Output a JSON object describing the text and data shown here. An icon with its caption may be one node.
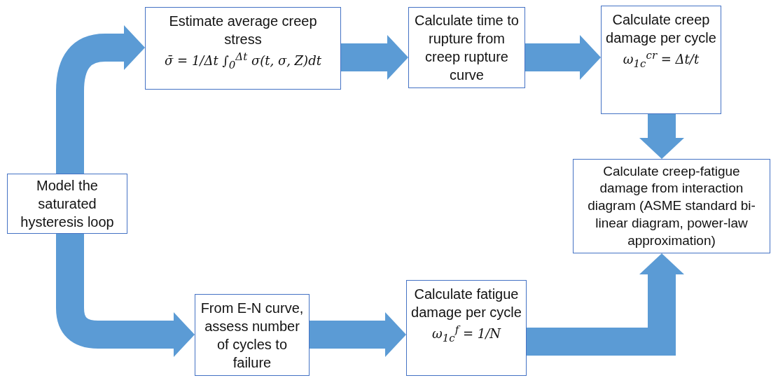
{
  "diagram": {
    "nodes": [
      {
        "text": [
          "Model the saturated hysteresis loop"
        ]
      },
      {
        "text": [
          "Estimate average creep stress",
          "σ̄ = 1/Δt ∫$_{0}$$^{Δt}$ σ(t, σ, Z)dt"
        ]
      },
      {
        "text": [
          "Calculate time to rupture from creep rupture curve"
        ]
      },
      {
        "text": [
          "Calculate creep damage per cycle",
          "ω$_{1c}$$^{cr}$ = Δt/t"
        ]
      },
      {
        "text": [
          "Calculate creep-fatigue damage from interaction diagram (ASME standard bi-linear diagram, power-law approximation)"
        ]
      },
      {
        "text": [
          "From E-N curve, assess number of cycles to failure"
        ]
      },
      {
        "text": [
          "Calculate fatigue damage per cycle",
          "ω$_{1c}$$^{f}$ = 1/N"
        ]
      }
    ],
    "edges": [
      {
        "from": 0,
        "to": 1,
        "arrow": "to"
      },
      {
        "from": 0,
        "to": 5,
        "arrow": "to"
      },
      {
        "from": 1,
        "to": 2,
        "arrow": "to"
      },
      {
        "from": 2,
        "to": 3,
        "arrow": "to"
      },
      {
        "from": 3,
        "to": 4,
        "arrow": "to"
      },
      {
        "from": 5,
        "to": 6,
        "arrow": "to"
      },
      {
        "from": 6,
        "to": 4,
        "arrow": "to"
      }
    ]
  }
}
